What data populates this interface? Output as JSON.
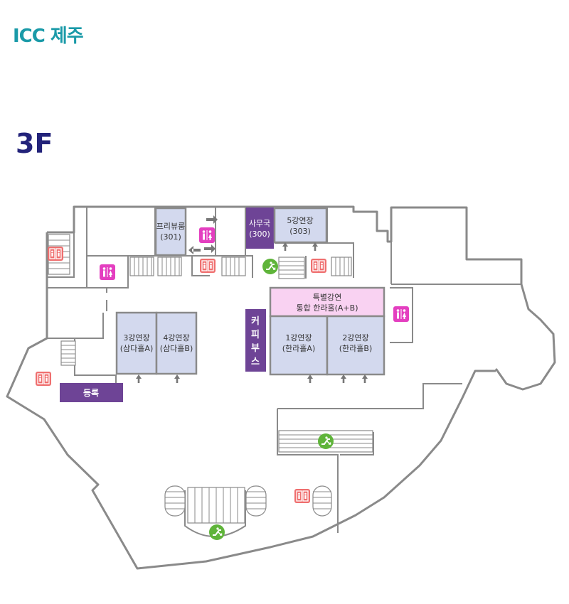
{
  "header": {
    "venue_title": "ICC 제주",
    "floor": "3F"
  },
  "rooms": {
    "preview_room": {
      "line1": "프리뷰룸",
      "line2": "(301)"
    },
    "office": {
      "line1": "사무국",
      "line2": "(300)"
    },
    "hall5": {
      "line1": "5강연장",
      "line2": "(303)"
    },
    "special": {
      "line1": "특별강연",
      "line2": "통합 한라홀(A+B)"
    },
    "hall1": {
      "line1": "1강연장",
      "line2": "(한라홀A)"
    },
    "hall2": {
      "line1": "2강연장",
      "line2": "(한라홀B)"
    },
    "hall3": {
      "line1": "3강연장",
      "line2": "(삼다홀A)"
    },
    "hall4": {
      "line1": "4강연장",
      "line2": "(삼다홀B)"
    },
    "cafe": {
      "c1": "커",
      "c2": "피",
      "c3": "부",
      "c4": "스"
    },
    "registration": {
      "label": "등록"
    }
  },
  "colors": {
    "title_teal": "#1a9aa8",
    "floor_navy": "#23237a",
    "room_blue": "#d3d9ee",
    "room_pink": "#f9d2f2",
    "room_purple": "#6e4496",
    "restroom_magenta": "#e43fc0",
    "elevator_red": "#ef6f6f",
    "escalator_green": "#5fb43a",
    "wall_gray": "#8a8a8a"
  },
  "icons": [
    "restroom-icon",
    "elevator-icon",
    "escalator-icon",
    "entrance-arrow-icon",
    "stair-icon"
  ]
}
